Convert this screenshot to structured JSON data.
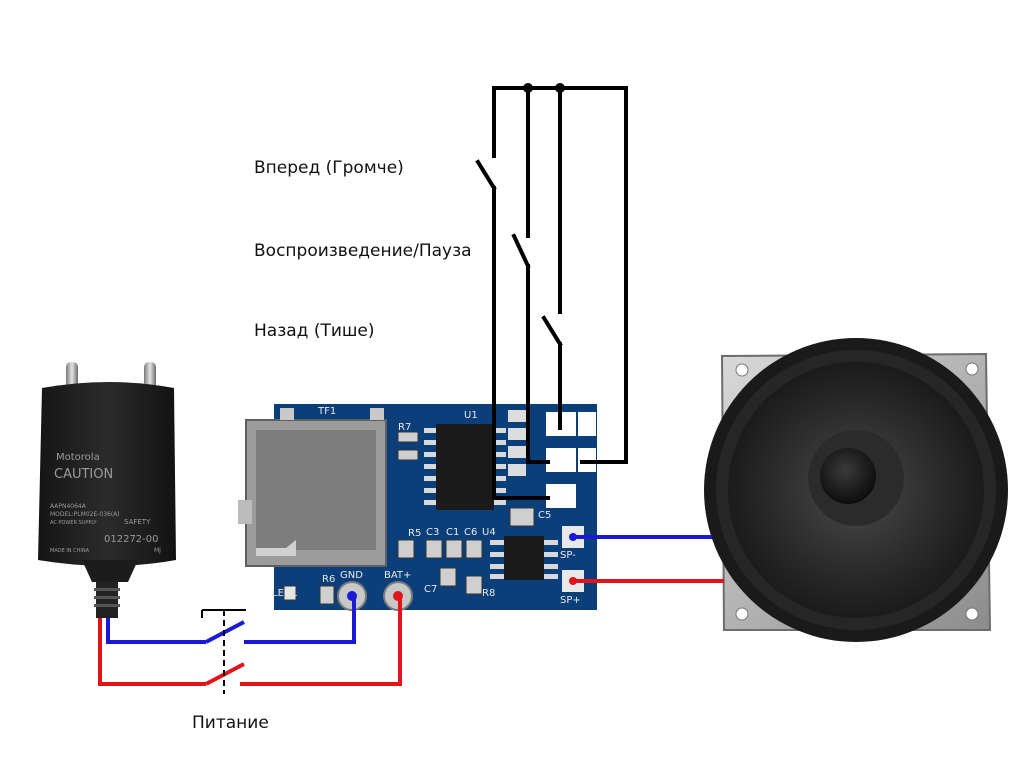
{
  "labels": {
    "forward": "Вперед (Громче)",
    "play_pause": "Воспроизведение/Пауза",
    "back": "Назад (Тише)",
    "power": "Питание"
  },
  "board": {
    "tf": "TF1",
    "u1": "U1",
    "u4": "U4",
    "r7": "R7",
    "r5": "R5",
    "r6": "R6",
    "r8": "R8",
    "c3": "C3",
    "c1": "C1",
    "c6": "C6",
    "c5": "C5",
    "c7": "C7",
    "led1": "LED1",
    "gnd": "GND",
    "bat": "BAT+",
    "sp_minus": "SP-",
    "sp_plus": "SP+"
  },
  "adapter": {
    "brand": "Motorola",
    "caution": "CAUTION",
    "model1": "AAPN4064A",
    "model2": "MODEL:PLM02E-036(A)",
    "model3": "AC POWER SUPPLY",
    "safety": "SAFETY",
    "serial": "012272-00",
    "made": "MADE IN CHINA",
    "mj": "MJ"
  },
  "colors": {
    "wire_black": "#000000",
    "wire_blue": "#1a1ad6",
    "wire_red": "#e0141a",
    "board": "#0b3f7a",
    "pad": "#ffffff"
  }
}
